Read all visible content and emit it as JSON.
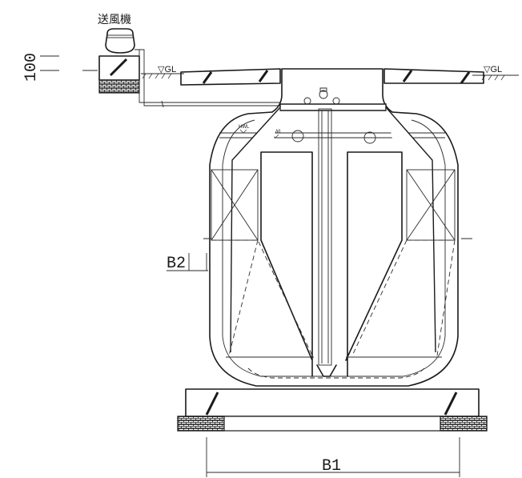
{
  "diagram": {
    "blower_label": "送風機",
    "ground_level_left": "▽GL",
    "ground_level_right": "▽GL",
    "dim_100": "100",
    "dim_b1": "B1",
    "dim_b2": "B2",
    "hwl_label": "HWL",
    "lwl_label": "LWL"
  }
}
